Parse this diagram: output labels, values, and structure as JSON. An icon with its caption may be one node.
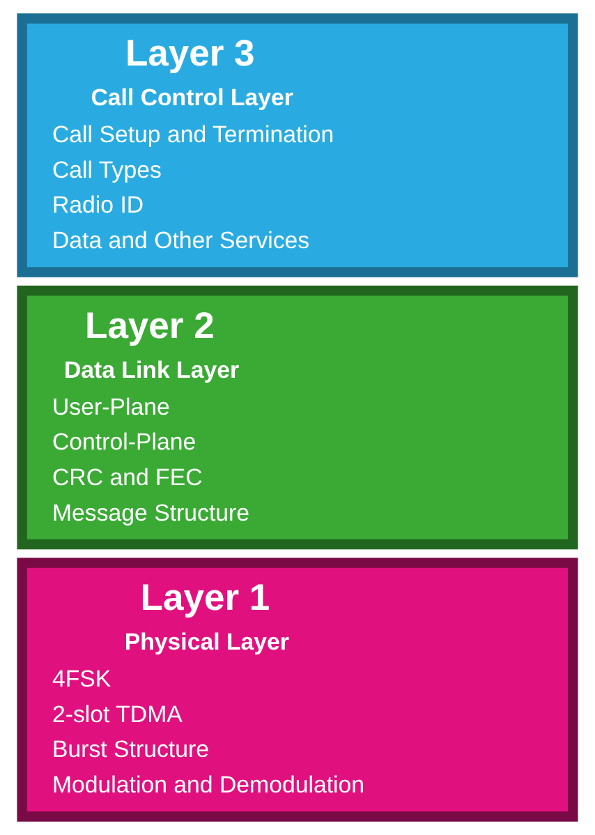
{
  "diagram": {
    "nodes": [
      {
        "text": [
          "Layer 3",
          "Call Control Layer",
          "Call Setup and Termination",
          "Call Types",
          "Radio ID",
          "Data and Other Services"
        ]
      },
      {
        "text": [
          "Layer 2",
          "Data Link Layer",
          "User-Plane",
          "Control-Plane",
          "CRC and FEC",
          "Message Structure"
        ]
      },
      {
        "text": [
          "Layer 1",
          "Physical Layer",
          "4FSK",
          "2-slot TDMA",
          "Burst Structure",
          "Modulation and Demodulation"
        ]
      }
    ],
    "edges": []
  }
}
